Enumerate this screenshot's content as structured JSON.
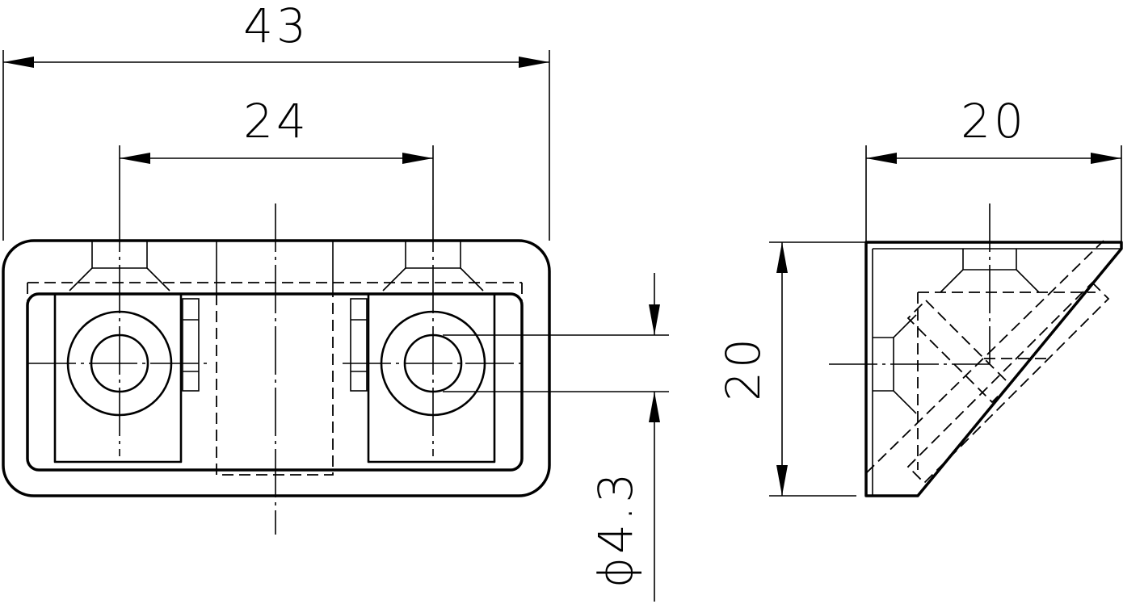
{
  "dimensions": {
    "overall_width": "43",
    "hole_spacing": "24",
    "side_width": "20",
    "side_height": "20",
    "hole_diameter": "ϕ4.3"
  }
}
